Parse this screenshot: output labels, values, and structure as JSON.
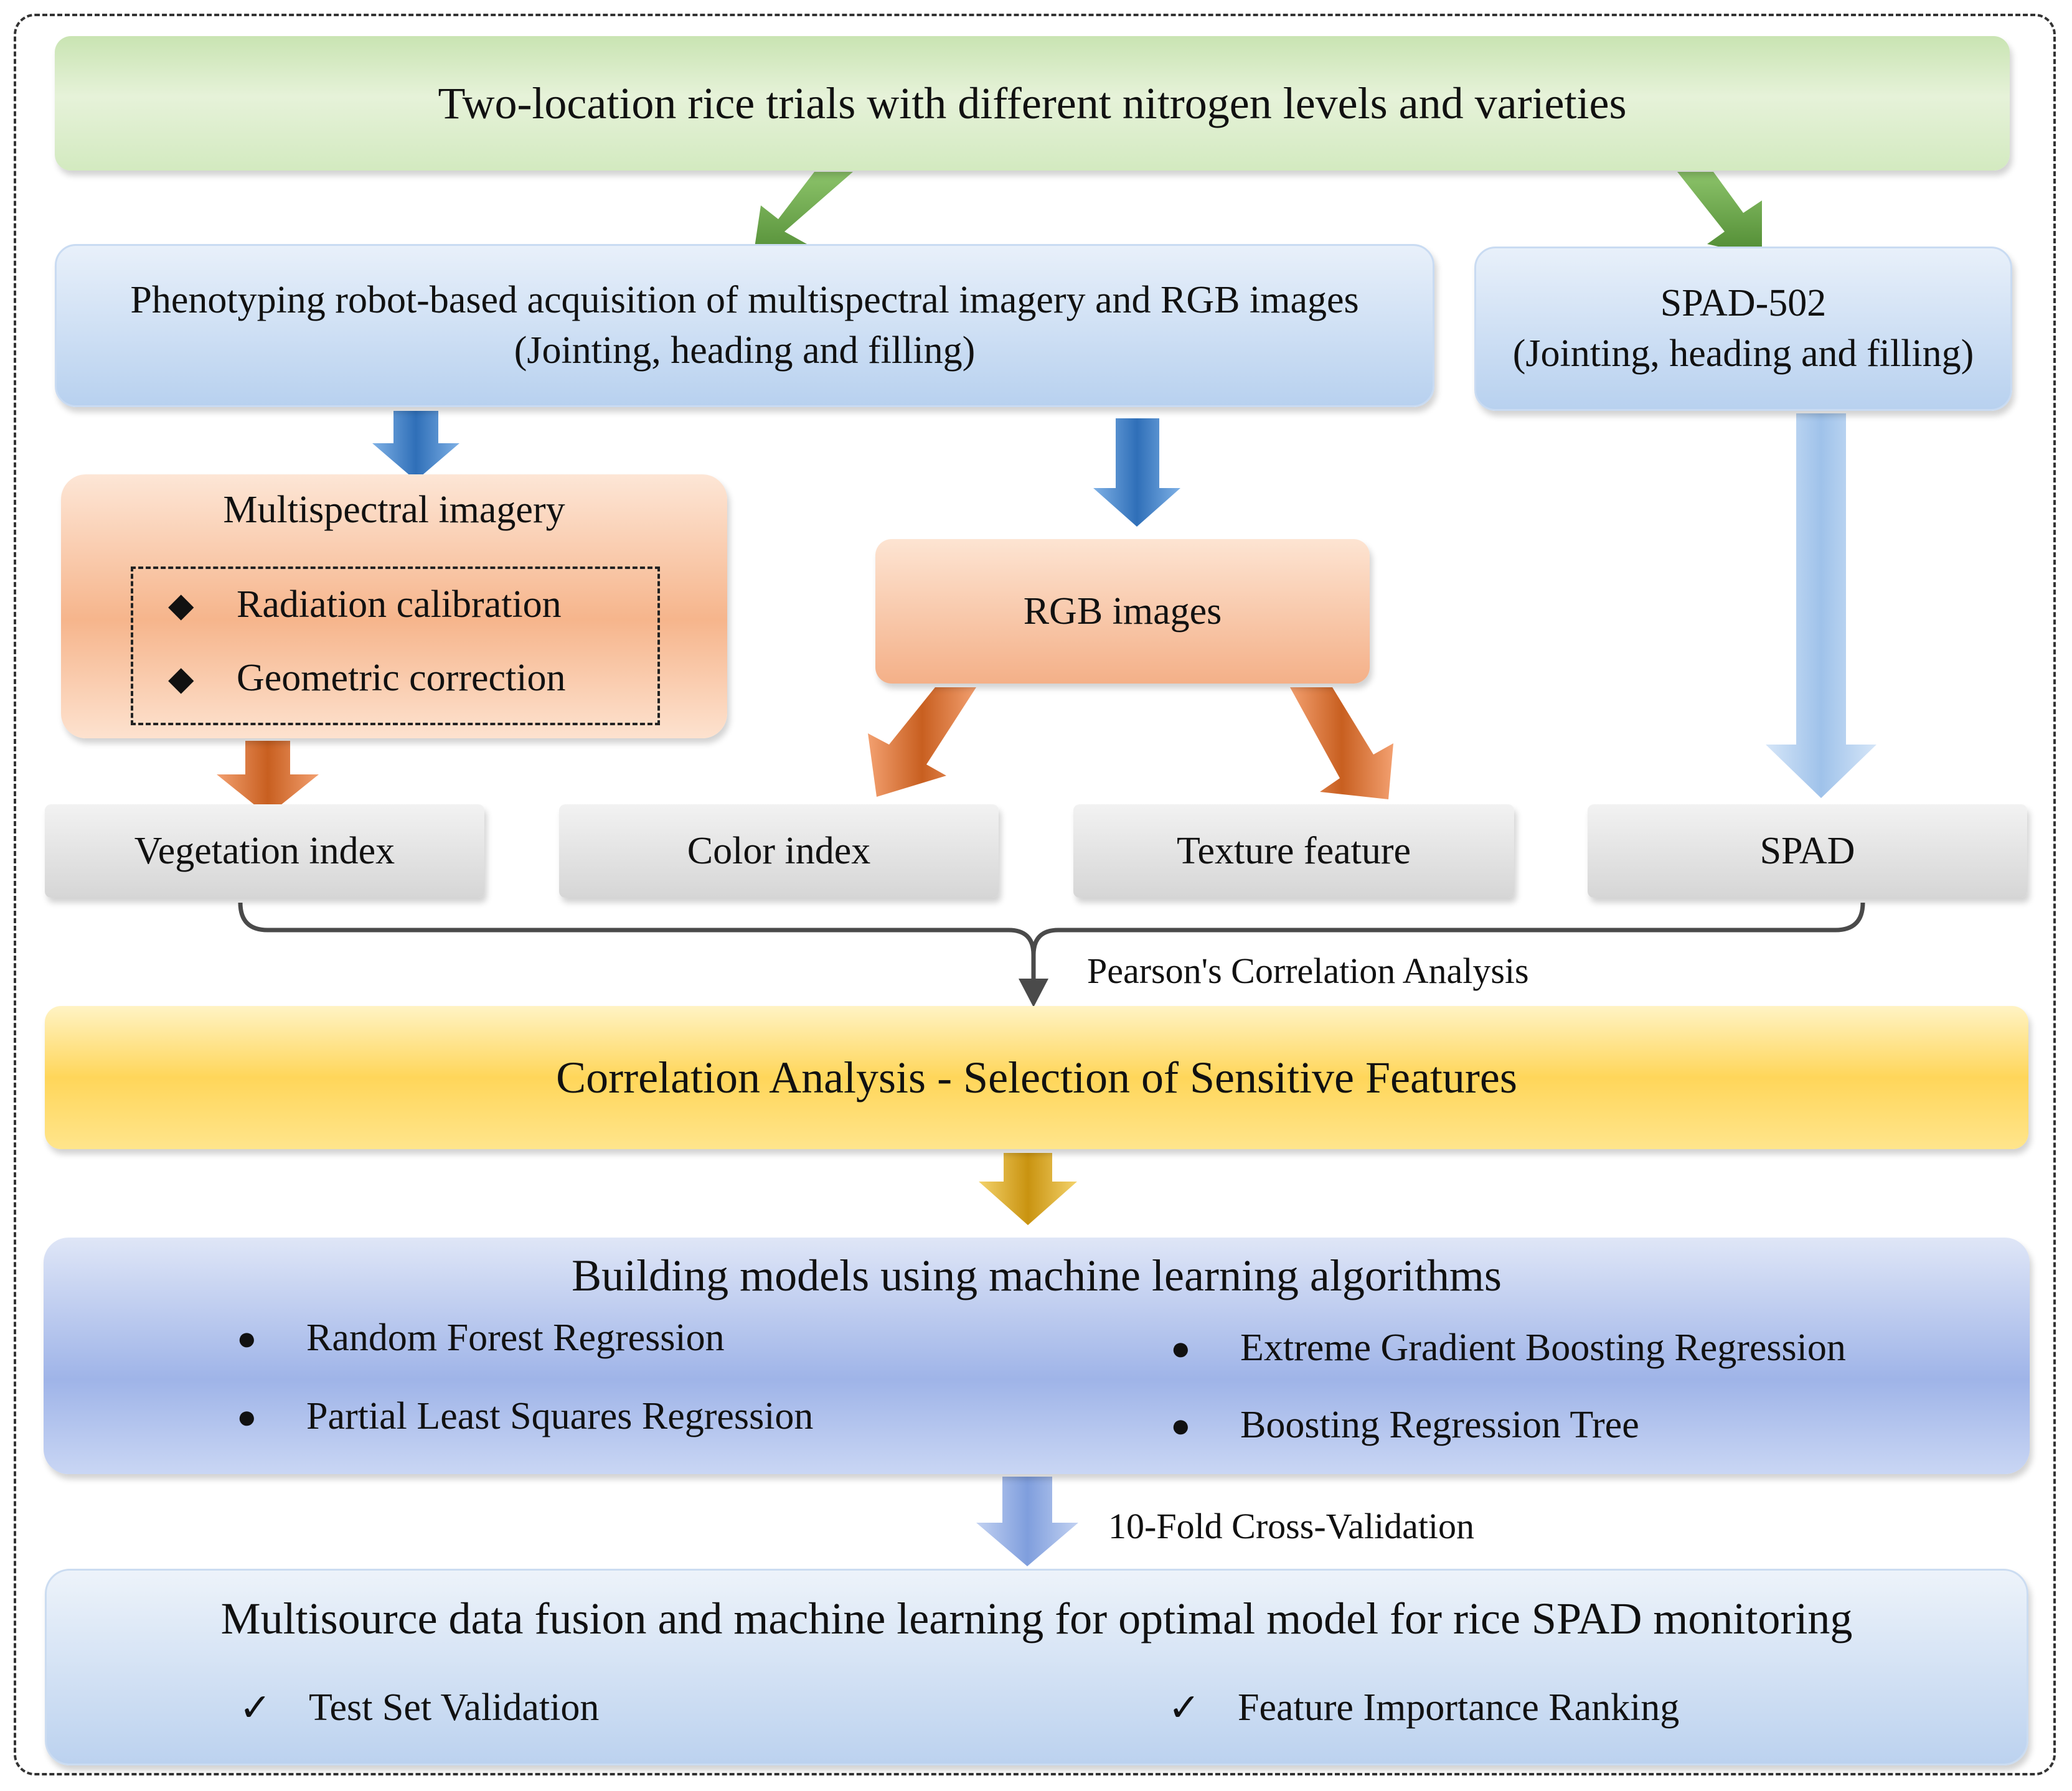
{
  "title_box": "Two-location rice trials with different nitrogen levels and varieties",
  "acquisition": {
    "line1": "Phenotyping robot-based acquisition of multispectral imagery and RGB images",
    "line2": "(Jointing, heading and filling)"
  },
  "spad502": {
    "line1": "SPAD-502",
    "line2": "(Jointing, heading and filling)"
  },
  "multispectral": {
    "title": "Multispectral imagery",
    "steps": [
      "Radiation calibration",
      "Geometric correction"
    ],
    "bullet": "◆"
  },
  "rgb": "RGB images",
  "features": [
    "Vegetation index",
    "Color index",
    "Texture feature",
    "SPAD"
  ],
  "pearson_label": "Pearson's Correlation Analysis",
  "selection": "Correlation Analysis - Selection of Sensitive Features",
  "ml": {
    "title": "Building models using machine learning algorithms",
    "bullet": "●",
    "algorithms": [
      "Random Forest Regression",
      "Partial Least Squares Regression",
      "Extreme Gradient Boosting Regression",
      "Boosting Regression Tree"
    ]
  },
  "cv_label": "10-Fold Cross-Validation",
  "fusion": {
    "title": "Multisource data fusion and machine learning for optimal model for rice SPAD monitoring",
    "check": "✓",
    "items": [
      "Test Set Validation",
      "Feature Importance Ranking"
    ]
  },
  "colors": {
    "green_arrow": "#5c9a3c",
    "blue_arrow": "#3a7cc4",
    "light_blue_arrow": "#a9c8ec",
    "orange_arrow": "#cf6a2a",
    "gold_arrow": "#d1a01c",
    "periwinkle_arrow": "#8fa9e0"
  }
}
